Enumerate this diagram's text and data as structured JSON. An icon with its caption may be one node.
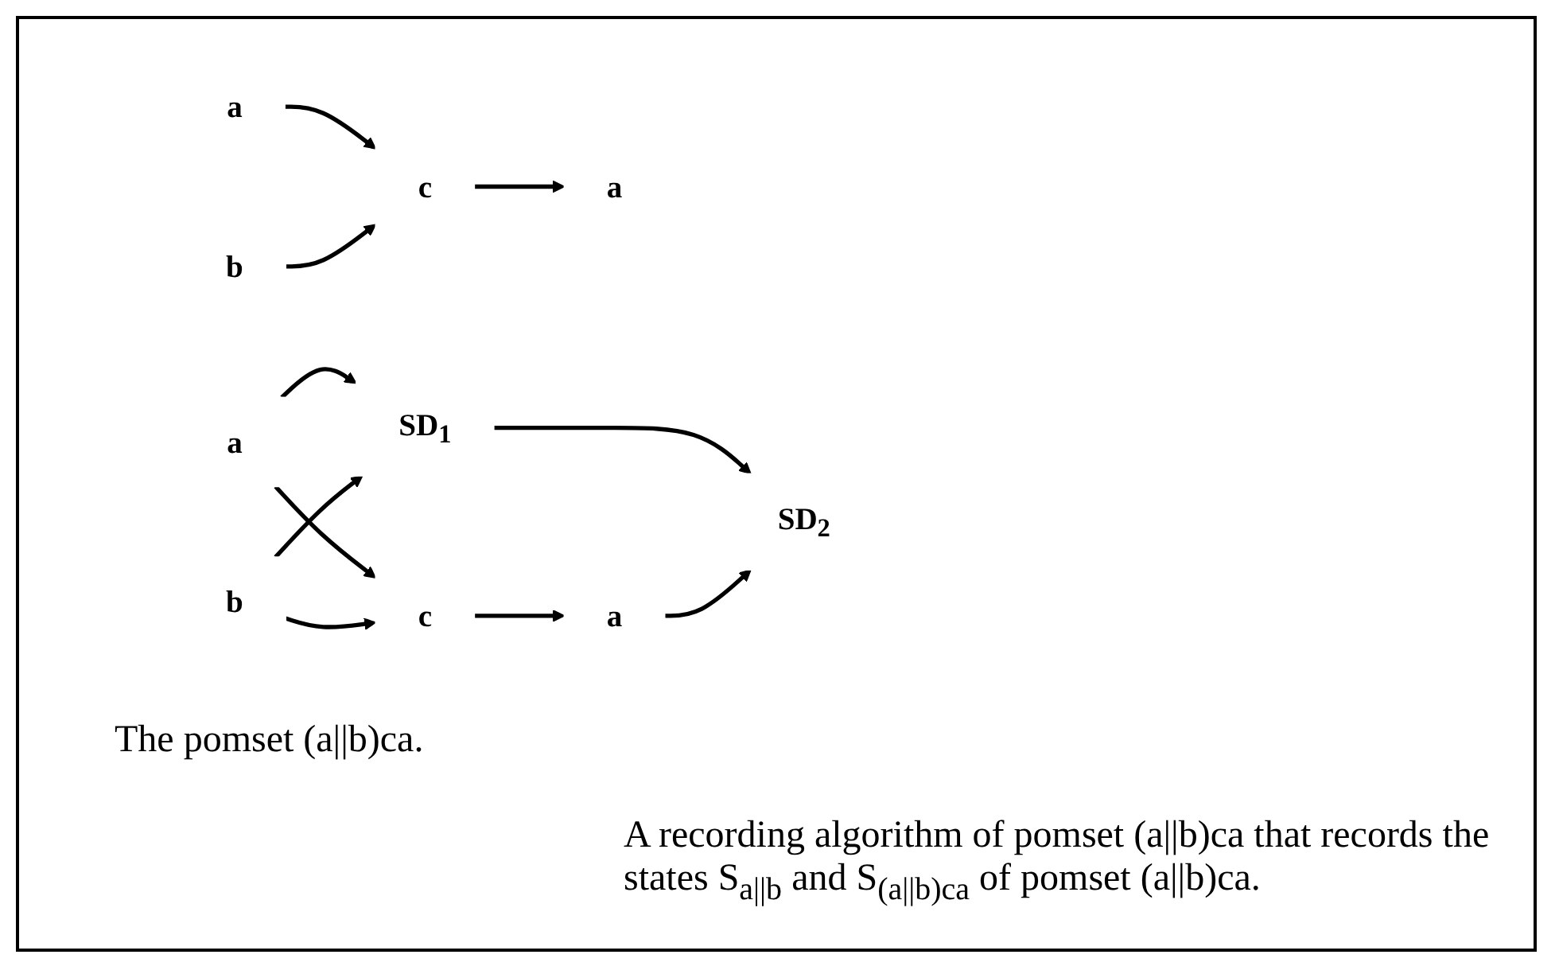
{
  "diagram": {
    "nodes": [
      {
        "text": [
          "a"
        ]
      },
      {
        "text": [
          "b"
        ]
      },
      {
        "text": [
          "c"
        ]
      },
      {
        "text": [
          "a"
        ]
      },
      {
        "text": [
          "SD$_{1}$"
        ]
      },
      {
        "text": [
          "SD$_{2}$"
        ]
      },
      {
        "text": [
          "a"
        ]
      },
      {
        "text": [
          "b"
        ]
      },
      {
        "text": [
          "c"
        ]
      },
      {
        "text": [
          "a"
        ]
      }
    ],
    "edges": [
      {
        "from": 0,
        "to": 2,
        "arrow": "to"
      },
      {
        "from": 1,
        "to": 2,
        "arrow": "to"
      },
      {
        "from": 2,
        "to": 3,
        "arrow": "to"
      },
      {
        "from": 4,
        "to": 5,
        "arrow": "to"
      },
      {
        "from": 6,
        "to": 4,
        "arrow": "to"
      },
      {
        "from": 7,
        "to": 4,
        "arrow": "to"
      },
      {
        "from": 6,
        "to": 8,
        "arrow": "to"
      },
      {
        "from": 7,
        "to": 8,
        "arrow": "to"
      },
      {
        "from": 8,
        "to": 9,
        "arrow": "to"
      },
      {
        "from": 9,
        "to": 5,
        "arrow": "to"
      }
    ],
    "labels": [
      "The pomset (a||b)ca.",
      "A recording algorithm of pomset (a||b)ca that records the states S$_{a||b}$ and S$_{(a||b)ca}$ of pomset (a||b)ca."
    ]
  }
}
